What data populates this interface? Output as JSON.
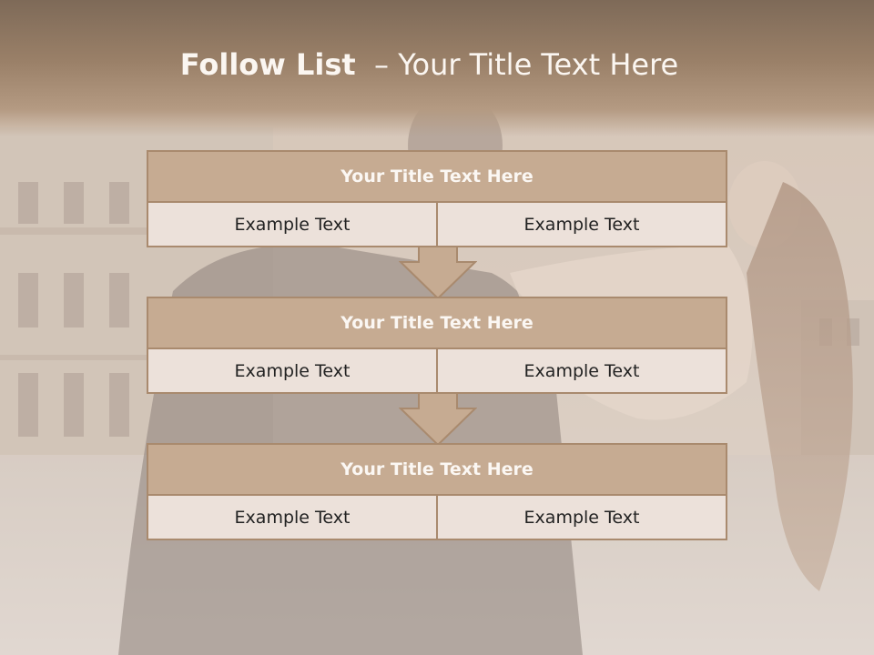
{
  "slide": {
    "title_bold": "Follow List",
    "title_rest": "  – Your Title Text Here"
  },
  "steps": [
    {
      "title": "Your Title Text Here",
      "left": "Example Text",
      "right": "Example Text"
    },
    {
      "title": "Your Title Text Here",
      "left": "Example Text",
      "right": "Example Text"
    },
    {
      "title": "Your Title Text Here",
      "left": "Example Text",
      "right": "Example Text"
    }
  ],
  "colors": {
    "accent": "#c6ab92",
    "border": "#a98a6e",
    "cell_bg": "#ece1da",
    "title_band": "#9a8068"
  }
}
